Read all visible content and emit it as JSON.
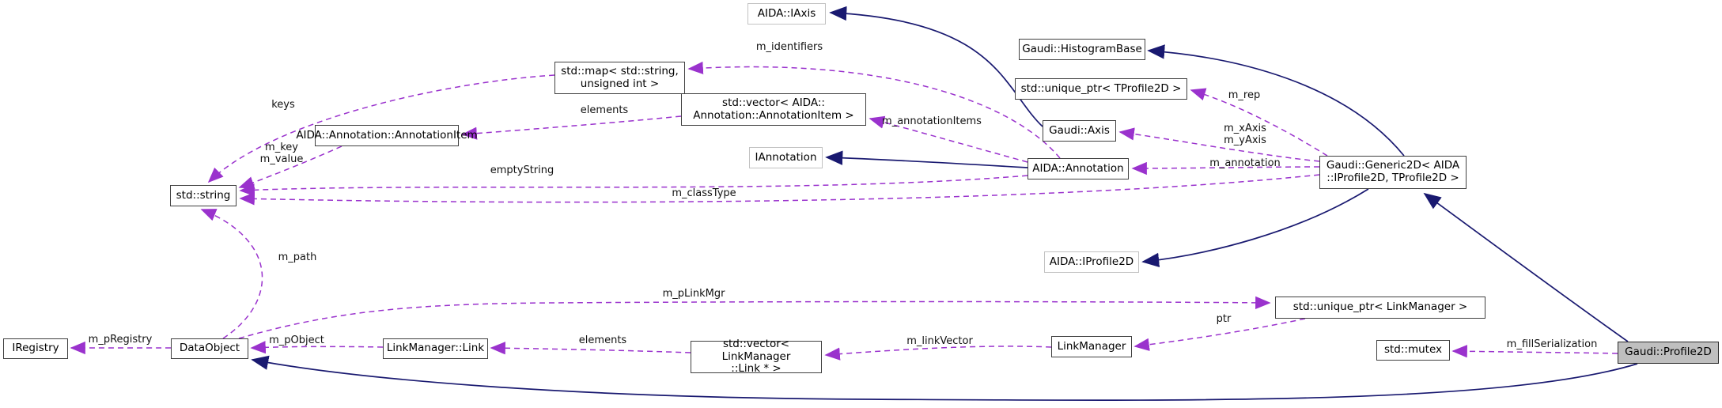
{
  "diagram_type": "doxygen-collaboration-graph",
  "colors": {
    "inheritance_edge": "#191970",
    "usage_edge": "#9a32cd",
    "node_border": "#404040",
    "external_node_border": "#c2c2c2",
    "highlighted_node_fill": "#bfbfbf"
  },
  "nodes": [
    {
      "label": "AIDA::IAxis",
      "kind": "external"
    },
    {
      "label": "Gaudi::HistogramBase",
      "kind": "class"
    },
    {
      "label": "std::unique_ptr< TProfile2D >",
      "kind": "class"
    },
    {
      "label": "Gaudi::Axis",
      "kind": "class"
    },
    {
      "label": "std::map< std::string,\nunsigned int >",
      "kind": "class"
    },
    {
      "label": "std::vector< AIDA::\nAnnotation::AnnotationItem >",
      "kind": "class"
    },
    {
      "label": "AIDA::Annotation::AnnotationItem",
      "kind": "class"
    },
    {
      "label": "IAnnotation",
      "kind": "external"
    },
    {
      "label": "AIDA::Annotation",
      "kind": "class"
    },
    {
      "label": "Gaudi::Generic2D< AIDA\n::IProfile2D, TProfile2D >",
      "kind": "class"
    },
    {
      "label": "std::string",
      "kind": "class"
    },
    {
      "label": "AIDA::IProfile2D",
      "kind": "external"
    },
    {
      "label": "std::unique_ptr< LinkManager >",
      "kind": "class"
    },
    {
      "label": "IRegistry",
      "kind": "class"
    },
    {
      "label": "DataObject",
      "kind": "class"
    },
    {
      "label": "LinkManager::Link",
      "kind": "class"
    },
    {
      "label": "std::vector< LinkManager\n::Link * >",
      "kind": "class"
    },
    {
      "label": "LinkManager",
      "kind": "class"
    },
    {
      "label": "std::mutex",
      "kind": "class"
    },
    {
      "label": "Gaudi::Profile2D",
      "kind": "highlighted"
    }
  ],
  "edges": [
    {
      "label": "keys",
      "from": "std::map< std::string, unsigned int >",
      "to": "std::string",
      "type": "usage"
    },
    {
      "label": "m_key\nm_value",
      "from": "AIDA::Annotation::AnnotationItem",
      "to": "std::string",
      "type": "usage"
    },
    {
      "label": "elements",
      "from": "std::vector< AIDA::Annotation::AnnotationItem >",
      "to": "AIDA::Annotation::AnnotationItem",
      "type": "usage"
    },
    {
      "label": "m_identifiers",
      "from": "AIDA::Annotation",
      "to": "std::map< std::string, unsigned int >",
      "type": "usage"
    },
    {
      "label": "m_annotationItems",
      "from": "AIDA::Annotation",
      "to": "std::vector< AIDA::Annotation::AnnotationItem >",
      "type": "usage"
    },
    {
      "label": "m_annotation",
      "from": "Gaudi::Generic2D< AIDA::IProfile2D, TProfile2D >",
      "to": "AIDA::Annotation",
      "type": "usage"
    },
    {
      "label": "m_xAxis\nm_yAxis",
      "from": "Gaudi::Generic2D< AIDA::IProfile2D, TProfile2D >",
      "to": "Gaudi::Axis",
      "type": "usage"
    },
    {
      "label": "m_rep",
      "from": "Gaudi::Generic2D< AIDA::IProfile2D, TProfile2D >",
      "to": "std::unique_ptr< TProfile2D >",
      "type": "usage"
    },
    {
      "label": "m_classType",
      "from": "Gaudi::Generic2D< AIDA::IProfile2D, TProfile2D >",
      "to": "std::string",
      "type": "usage"
    },
    {
      "label": "emptyString",
      "from": "AIDA::Annotation",
      "to": "std::string",
      "type": "usage"
    },
    {
      "label": "m_path",
      "from": "DataObject",
      "to": "std::string",
      "type": "usage"
    },
    {
      "label": "m_pLinkMgr",
      "from": "DataObject",
      "to": "std::unique_ptr< LinkManager >",
      "type": "usage"
    },
    {
      "label": "m_pRegistry",
      "from": "DataObject",
      "to": "IRegistry",
      "type": "usage"
    },
    {
      "label": "m_pObject",
      "from": "LinkManager::Link",
      "to": "DataObject",
      "type": "usage"
    },
    {
      "label": "elements",
      "from": "std::vector< LinkManager::Link * >",
      "to": "LinkManager::Link",
      "type": "usage"
    },
    {
      "label": "m_linkVector",
      "from": "LinkManager",
      "to": "std::vector< LinkManager::Link * >",
      "type": "usage"
    },
    {
      "label": "ptr",
      "from": "std::unique_ptr< LinkManager >",
      "to": "LinkManager",
      "type": "usage"
    },
    {
      "label": "m_fillSerialization",
      "from": "Gaudi::Profile2D",
      "to": "std::mutex",
      "type": "usage"
    },
    {
      "label": "",
      "from": "Gaudi::Axis",
      "to": "AIDA::IAxis",
      "type": "inheritance"
    },
    {
      "label": "",
      "from": "AIDA::Annotation",
      "to": "IAnnotation",
      "type": "inheritance"
    },
    {
      "label": "",
      "from": "Gaudi::Generic2D< AIDA::IProfile2D, TProfile2D >",
      "to": "Gaudi::HistogramBase",
      "type": "inheritance"
    },
    {
      "label": "",
      "from": "Gaudi::Generic2D< AIDA::IProfile2D, TProfile2D >",
      "to": "AIDA::IProfile2D",
      "type": "inheritance"
    },
    {
      "label": "",
      "from": "Gaudi::Profile2D",
      "to": "Gaudi::Generic2D< AIDA::IProfile2D, TProfile2D >",
      "type": "inheritance"
    },
    {
      "label": "",
      "from": "Gaudi::Profile2D",
      "to": "DataObject",
      "type": "inheritance"
    }
  ]
}
